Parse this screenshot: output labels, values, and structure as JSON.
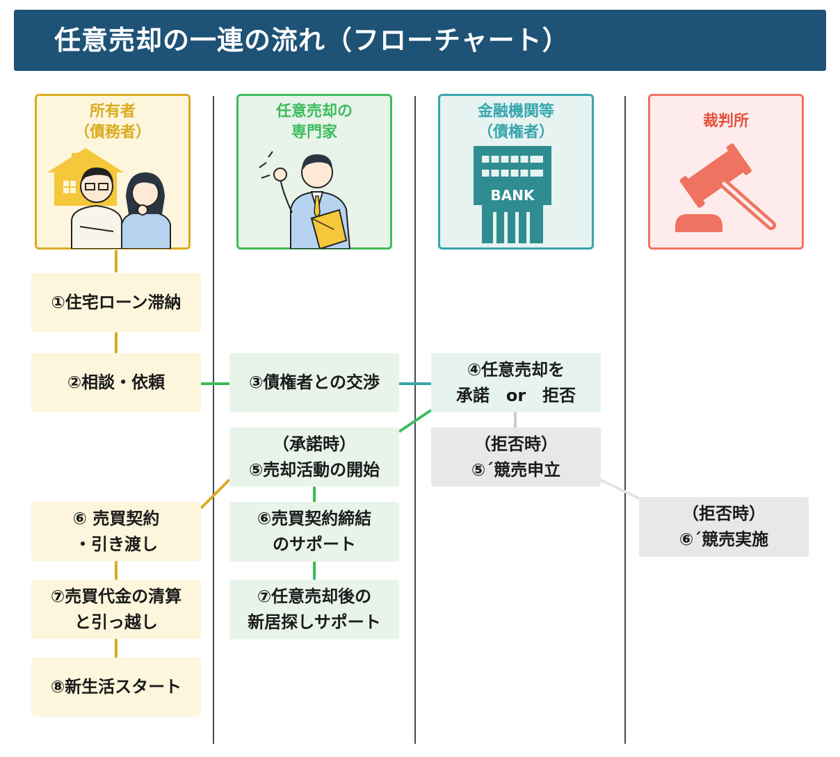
{
  "title": "任意売却の一連の流れ（フローチャート）",
  "actors": [
    {
      "id": "owner",
      "line1": "所有者",
      "line2": "（債務者）",
      "color": "#d9ab1f",
      "bg": "#fdf6dc",
      "icon": "house-and-couple-icon"
    },
    {
      "id": "expert",
      "line1": "任意売却の",
      "line2": "専門家",
      "color": "#3cbc5c",
      "bg": "#e8f3ea",
      "icon": "businessman-with-envelope-icon"
    },
    {
      "id": "bank",
      "line1": "金融機関等",
      "line2": "（債権者）",
      "color": "#37a5ad",
      "bg": "#e6f3f1",
      "icon": "bank-building-icon",
      "icon_text": "BANK"
    },
    {
      "id": "court",
      "line1": "裁判所",
      "line2": "",
      "color": "#ef7360",
      "bg": "#fdeceb",
      "icon": "gavel-icon"
    }
  ],
  "steps": {
    "s1": {
      "lines": [
        "①住宅ローン滞納"
      ]
    },
    "s2": {
      "lines": [
        "②相談・依頼"
      ]
    },
    "s3": {
      "lines": [
        "③債権者との交渉"
      ]
    },
    "s4": {
      "lines": [
        "④任意売却を",
        "承諾　or　拒否"
      ]
    },
    "s5": {
      "lines": [
        "（承諾時）",
        "⑤売却活動の開始"
      ]
    },
    "s5b": {
      "lines": [
        "（拒否時）",
        "⑤´競売申立"
      ]
    },
    "s6": {
      "lines": [
        "⑥ 売買契約",
        "・引き渡し"
      ]
    },
    "s6e": {
      "lines": [
        "⑥売買契約締結",
        "のサポート"
      ]
    },
    "s6c": {
      "lines": [
        "（拒否時）",
        "⑥´競売実施"
      ]
    },
    "s7": {
      "lines": [
        "⑦売買代金の清算",
        "と引っ越し"
      ]
    },
    "s7e": {
      "lines": [
        "⑦任意売却後の",
        "新居探しサポート"
      ]
    },
    "s8": {
      "lines": [
        "⑧新生活スタート"
      ]
    }
  },
  "colors": {
    "title_bg": "#1e5276",
    "owner_line": "#d9ab1f",
    "expert_line": "#3cbc5c",
    "bank_line": "#37a5ad",
    "court_line": "#cccccc",
    "divider": "#3d4a55"
  }
}
